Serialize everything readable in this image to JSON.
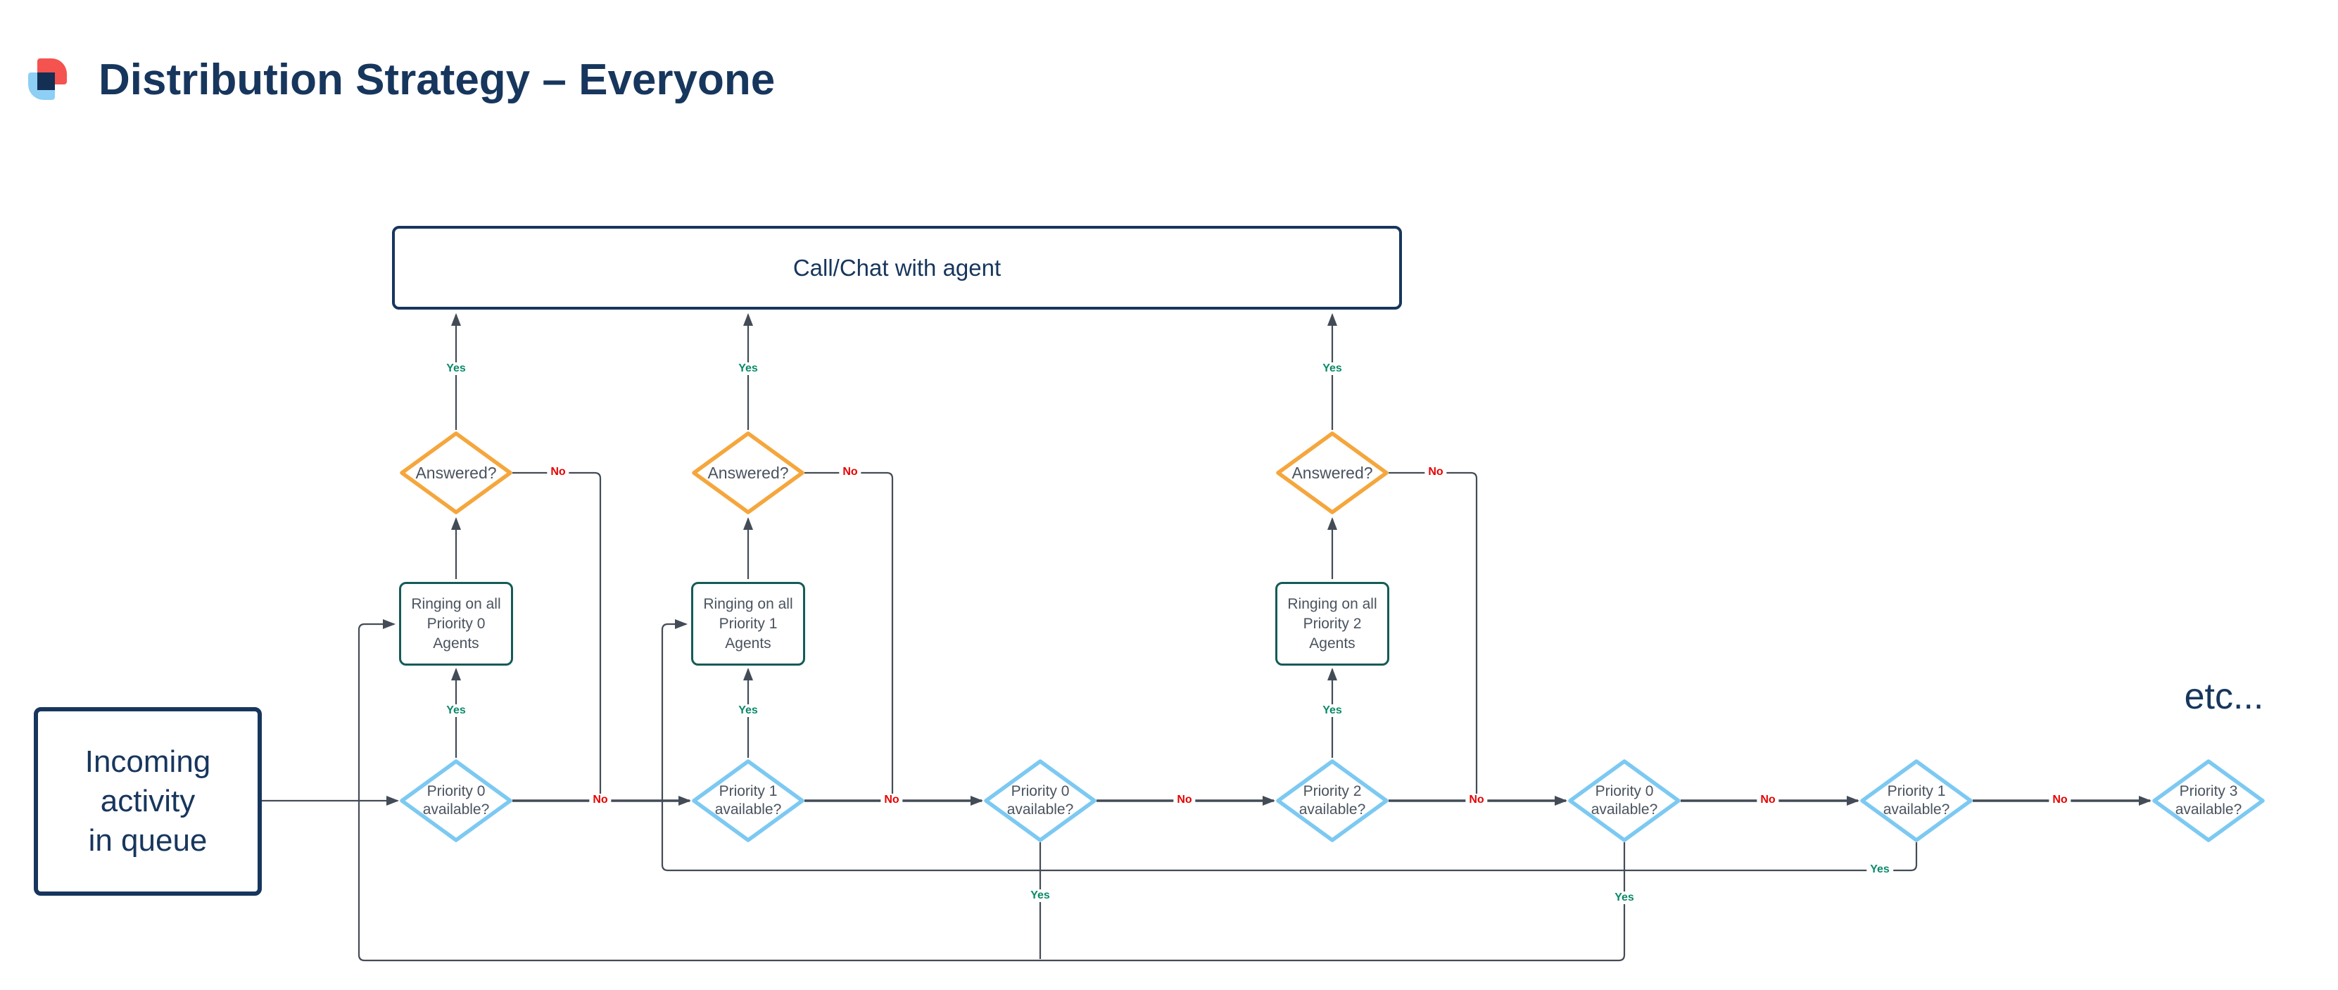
{
  "header": {
    "title": "Distribution Strategy – Everyone"
  },
  "nodes": {
    "call_chat": {
      "label": "Call/Chat with agent"
    },
    "incoming": {
      "label": "Incoming\nactivity\nin queue"
    },
    "etc": {
      "label": "etc..."
    }
  },
  "diamonds_answered": [
    {
      "label": "Answered?"
    },
    {
      "label": "Answered?"
    },
    {
      "label": "Answered?"
    }
  ],
  "boxes_ringing": [
    {
      "label": "Ringing on all\nPriority 0\nAgents"
    },
    {
      "label": "Ringing on all\nPriority 1\nAgents"
    },
    {
      "label": "Ringing on all\nPriority 2\nAgents"
    }
  ],
  "diamonds_priority": [
    {
      "label": "Priority 0\navailable?"
    },
    {
      "label": "Priority 1\navailable?"
    },
    {
      "label": "Priority 0\navailable?"
    },
    {
      "label": "Priority 2\navailable?"
    },
    {
      "label": "Priority 0\navailable?"
    },
    {
      "label": "Priority 1\navailable?"
    },
    {
      "label": "Priority 3\navailable?"
    }
  ],
  "labels": {
    "yes": "Yes",
    "no": "No"
  },
  "colors": {
    "navy": "#17365d",
    "line": "#434c56",
    "node-text": "#4a535e",
    "orange": "#f5a63c",
    "sky": "#7cc9f2",
    "teal": "#155b57",
    "yes": "#0b8a68",
    "no": "#e60101",
    "logo-red": "#f4534f",
    "logo-blue": "#8dcff5",
    "logo-navy": "#132f54"
  }
}
